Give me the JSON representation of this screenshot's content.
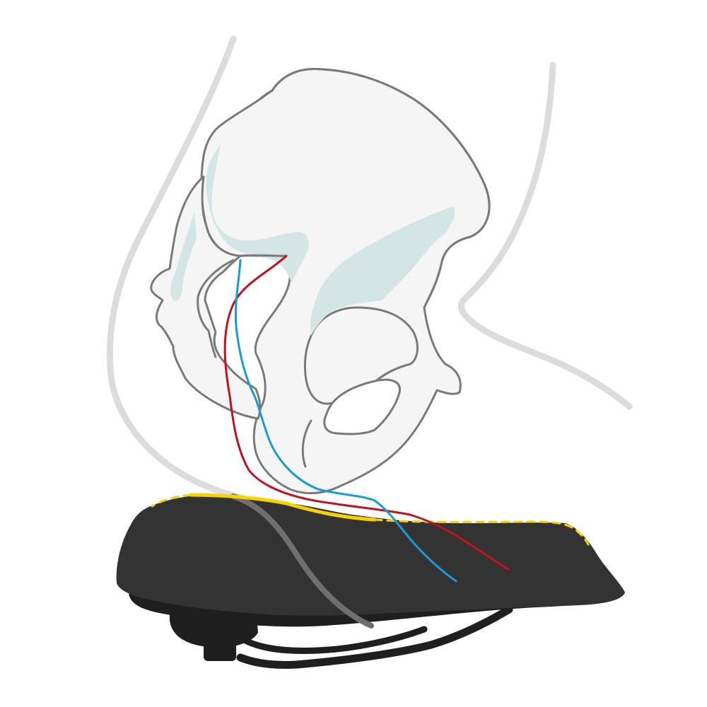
{
  "diagram": {
    "subject": "pelvis-on-saddle-side-view",
    "elements": [
      {
        "id": "body-outline",
        "icon": "body-silhouette-icon"
      },
      {
        "id": "pelvis",
        "icon": "pelvis-bone-icon"
      },
      {
        "id": "nerve-red",
        "icon": "nerve-line-icon"
      },
      {
        "id": "vessel-blue",
        "icon": "vessel-line-icon"
      },
      {
        "id": "saddle",
        "icon": "bicycle-saddle-icon"
      },
      {
        "id": "pressure-zone",
        "icon": "pressure-contour-icon"
      }
    ]
  },
  "colors": {
    "background": "#ffffff",
    "body_outline": "#dcdcdc",
    "bone_fill": "#f5f5f5",
    "bone_stroke": "#7a7a7a",
    "bone_shadow": "#d3e5e4",
    "nerve_red": "#c0121f",
    "vessel_blue": "#1a9ad6",
    "saddle_top": "#333333",
    "saddle_dark": "#1f1f1f",
    "saddle_stripe": "#6f6f6f",
    "pressure_yellow": "#f5d200"
  }
}
